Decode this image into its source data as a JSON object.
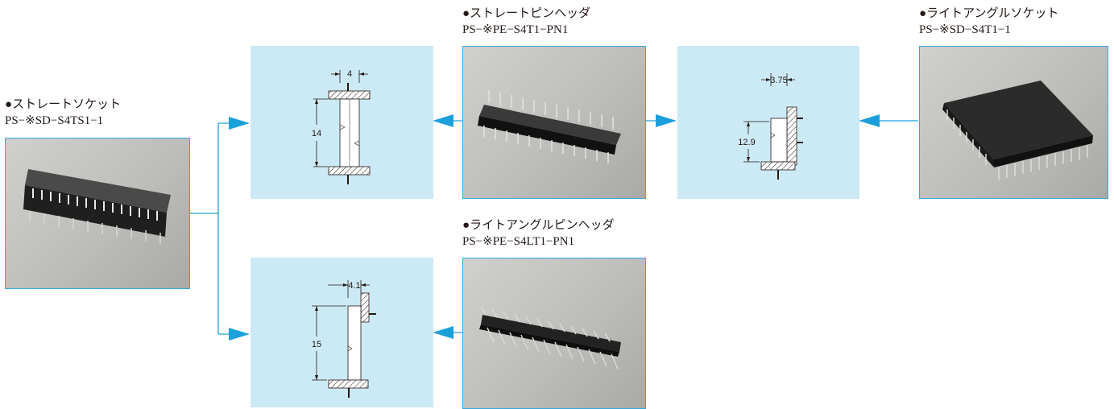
{
  "products": {
    "straight_socket": {
      "bullet": "●",
      "name": "ストレートソケット",
      "part": "PS−※SD−S4TS1−1"
    },
    "straight_header": {
      "bullet": "●",
      "name": "ストレートピンヘッダ",
      "part": "PS−※PE−S4T1−PN1"
    },
    "right_angle_socket": {
      "bullet": "●",
      "name": "ライトアングルソケット",
      "part": "PS−※SD−S4T1−1"
    },
    "right_angle_header": {
      "bullet": "●",
      "name": "ライトアングルピンヘッダ",
      "part": "PS−※PE−S4LT1−PN1"
    }
  },
  "drawings": {
    "straight_mated": {
      "width_dim": "4",
      "height_dim": "14"
    },
    "right_angle_socket_mated": {
      "width_dim": "3.75",
      "height_dim": "12.9"
    },
    "right_angle_header_mated": {
      "width_dim": "4.1",
      "height_dim": "15"
    }
  },
  "colors": {
    "accent": "#1ba0dc",
    "box_fill": "#cce9f6",
    "photo_border": "#3aa8dc",
    "ink": "#231815"
  }
}
